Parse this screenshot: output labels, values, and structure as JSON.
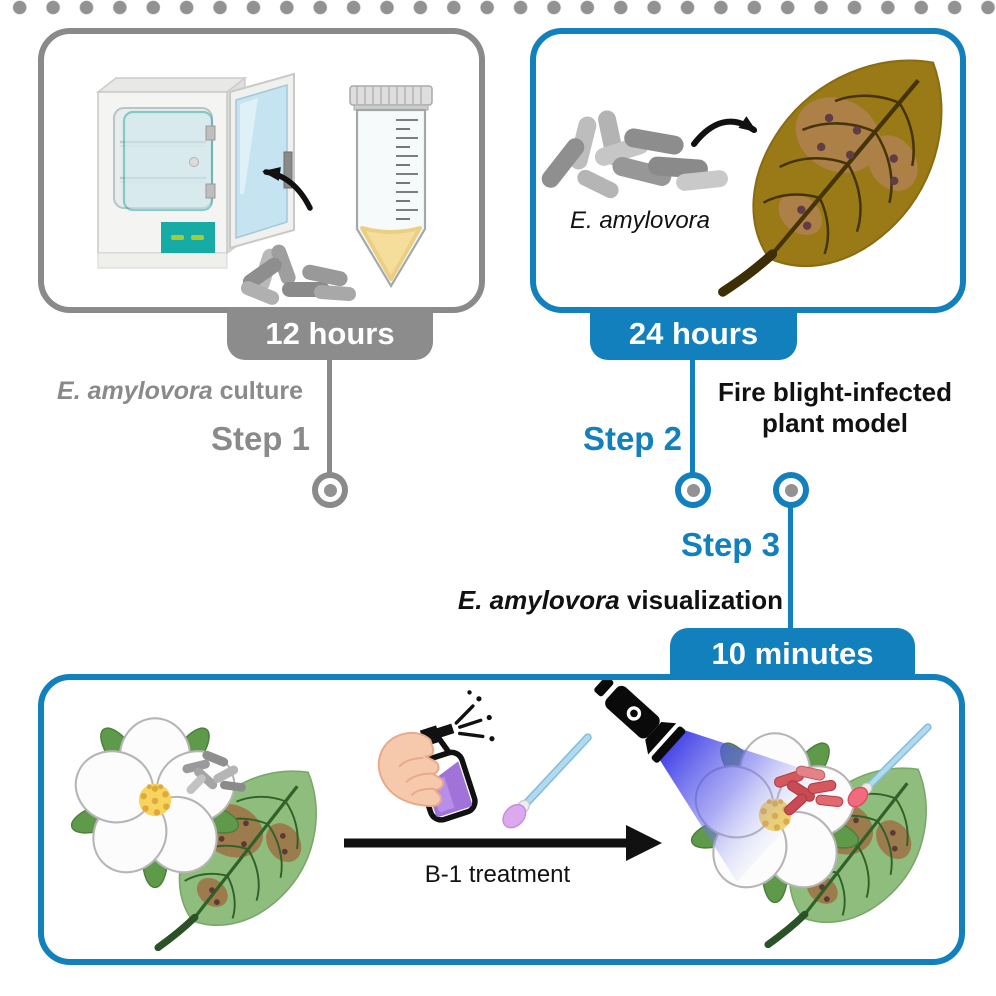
{
  "figure": {
    "type": "experimental-workflow-diagram",
    "steps": [
      {
        "id": "step1",
        "label": "Step 1",
        "duration": "12 hours",
        "title_italic": "E. amylovora",
        "title_rest": " culture",
        "accent_color": "#8c8c8c",
        "icons": [
          "incubator",
          "conical-tube",
          "bacteria-cluster",
          "curved-arrow"
        ]
      },
      {
        "id": "step2",
        "label": "Step 2",
        "duration": "24 hours",
        "title_line1": "Fire blight-infected",
        "title_line2": "plant model",
        "bacteria_label": "E. amylovora",
        "accent_color": "#1280bd",
        "icons": [
          "bacteria-cluster",
          "curved-arrow",
          "infected-leaf"
        ]
      },
      {
        "id": "step3",
        "label": "Step 3",
        "duration": "10 minutes",
        "title_italic": "E. amylovora",
        "title_rest": " visualization",
        "treatment_label": "B-1 treatment",
        "accent_color": "#1280bd",
        "icons": [
          "flower-with-bacteria",
          "leaf-with-lesions",
          "hand-spray-bottle",
          "cotton-swab",
          "uv-flashlight",
          "uv-beam",
          "flower-visualized-bacteria",
          "swab-on-leaf",
          "right-arrow"
        ]
      }
    ],
    "colors": {
      "accent_blue": "#1280bd",
      "accent_gray": "#8c8c8c",
      "text_black": "#111111",
      "bacteria_gray": "#909090",
      "bacteria_red": "#d4585e",
      "infected_leaf_brown": "#9a7a16",
      "lesion_brown": "#a07c4a",
      "lesion_dot": "#5c3a40",
      "healthy_leaf_green": "#8ebd7d",
      "incubator_teal": "#16aba4",
      "tube_content_yellow": "#f5de9c",
      "spray_purple": "#a173d9",
      "swab_handle_blue": "#afdbf0",
      "swab_tip_lilac": "#dca9ef",
      "swab_tip_pink": "#f26b7c",
      "uv_beam_blue": "#3636e6"
    }
  }
}
